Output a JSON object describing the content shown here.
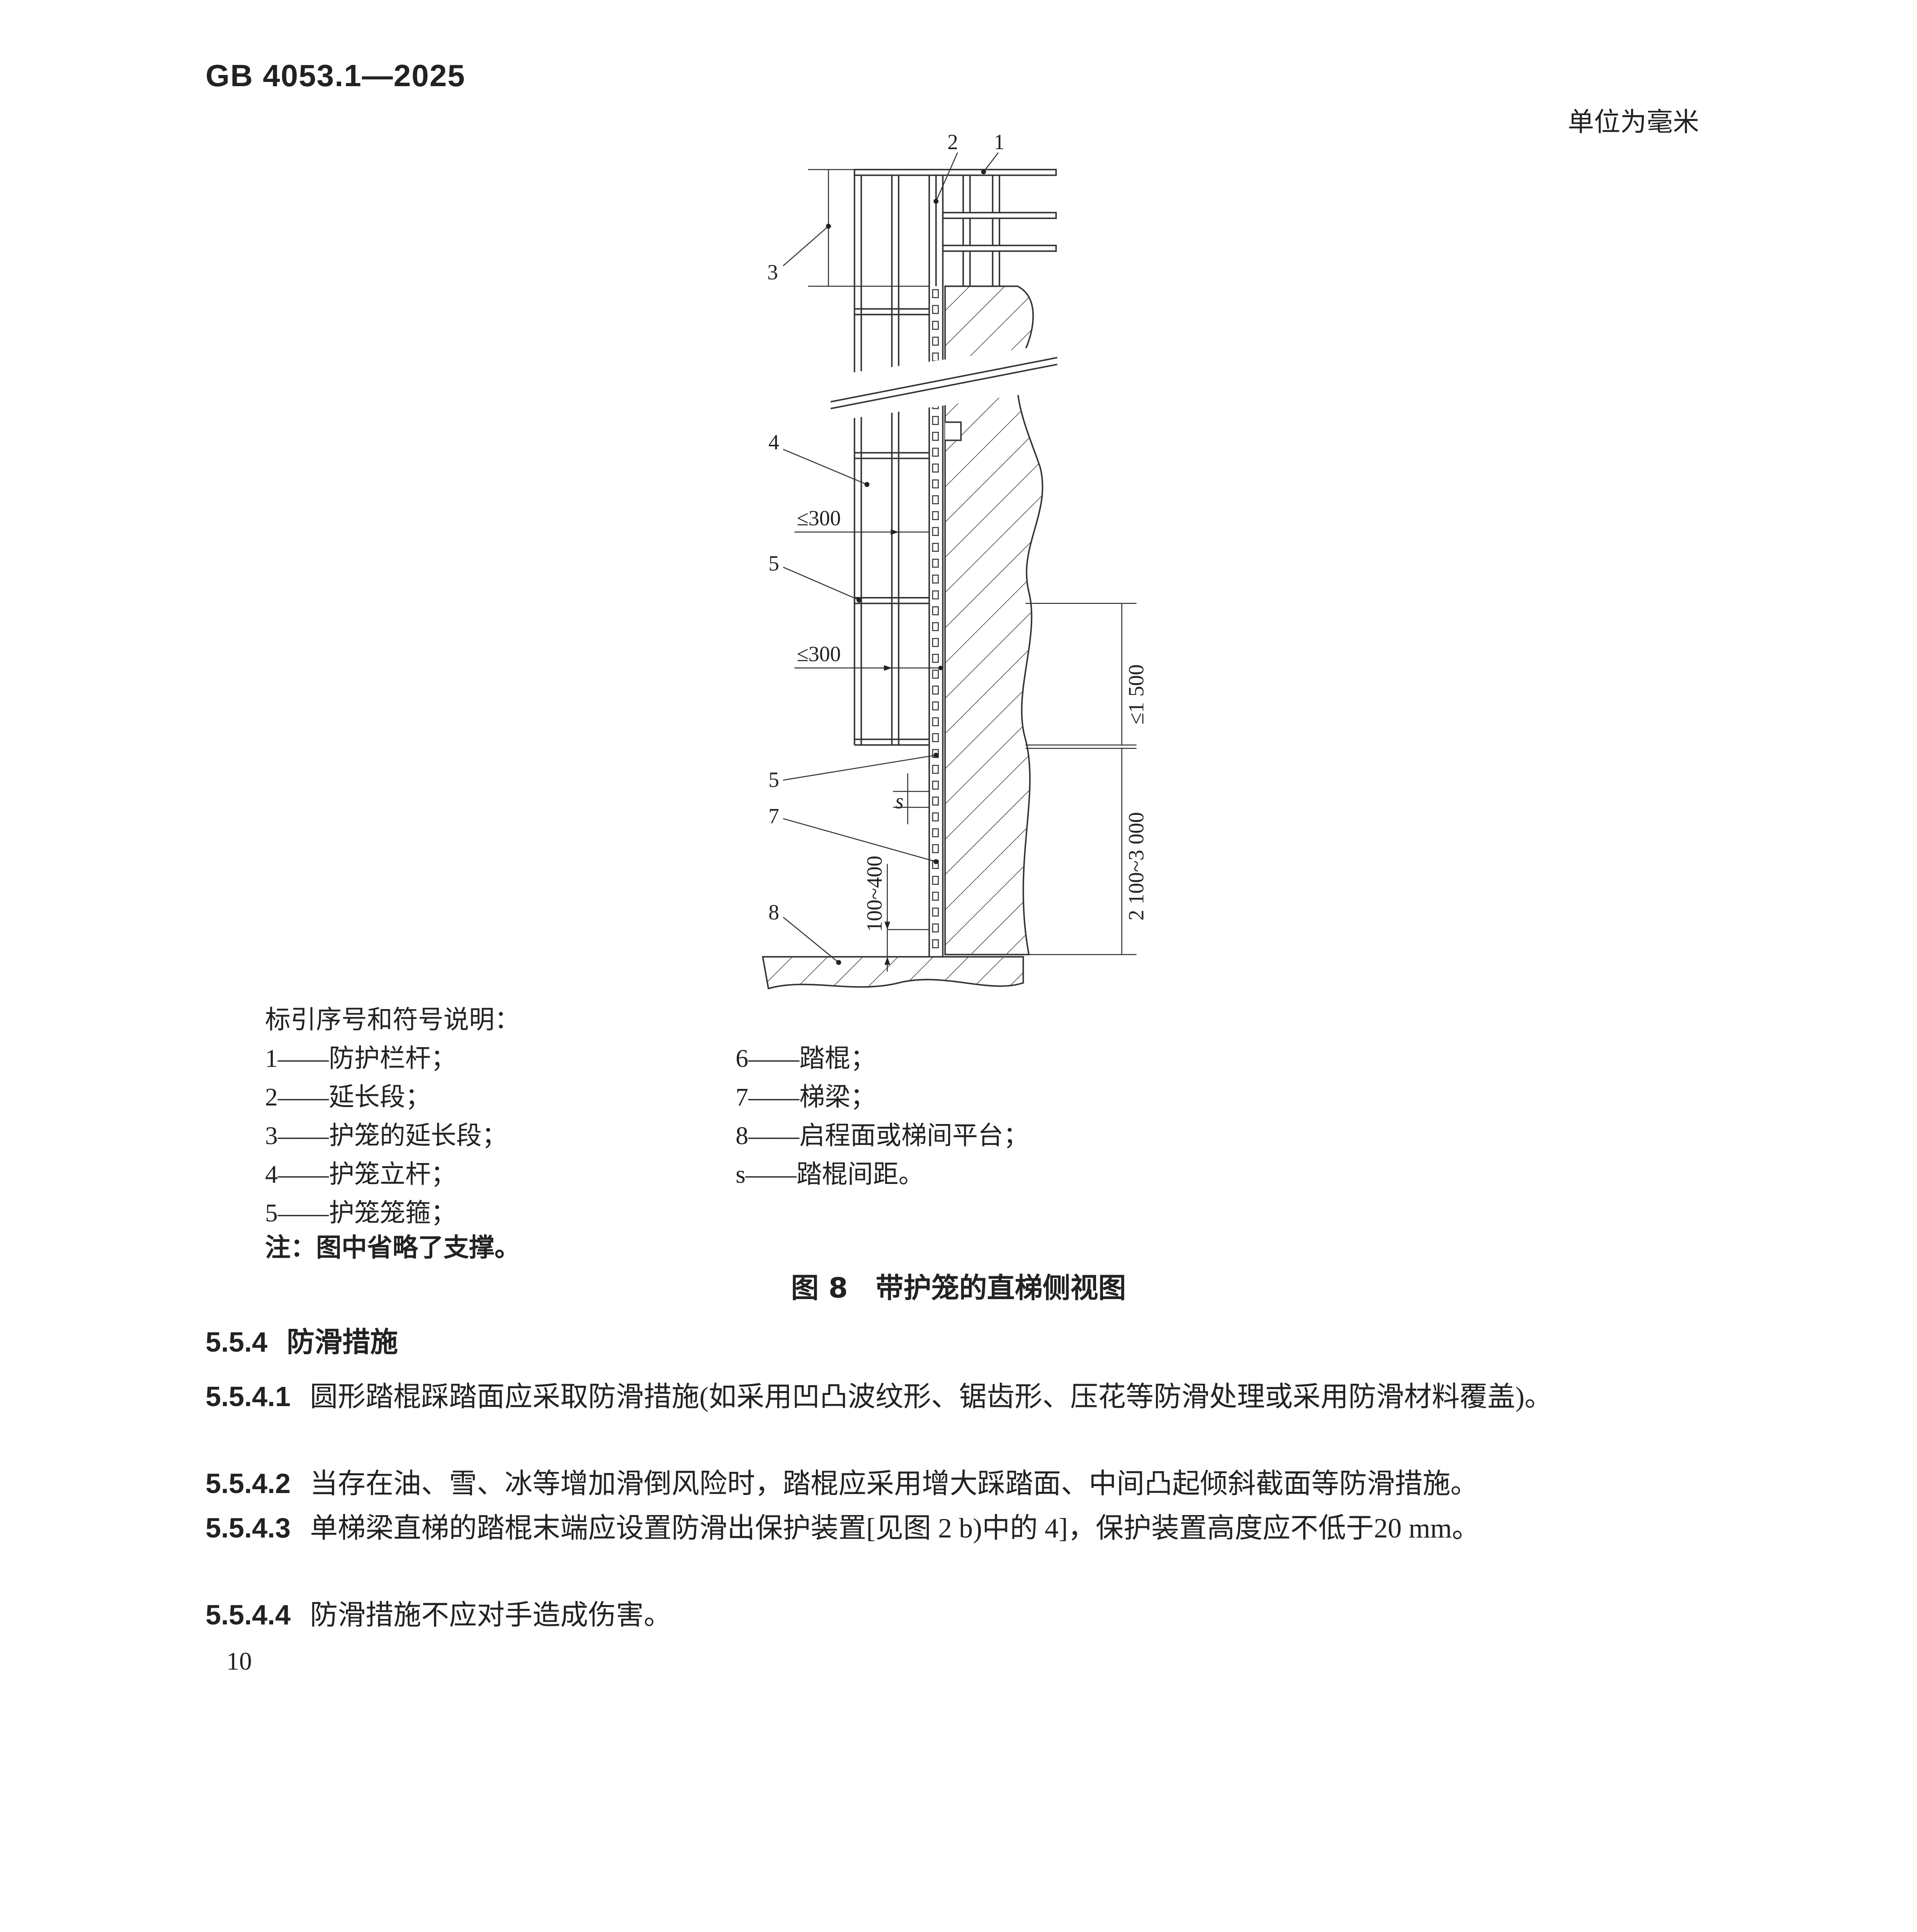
{
  "header": {
    "standard_no": "GB 4053.1—2025"
  },
  "figure": {
    "unit_note": "单位为毫米",
    "callouts": {
      "c1": "1",
      "c2": "2",
      "c3": "3",
      "c4": "4",
      "c5a": "5",
      "c5b": "5",
      "c7": "7",
      "c8": "8",
      "s": "s"
    },
    "dimensions": {
      "d300a": "≤300",
      "d300b": "≤300",
      "d1500": "≤1 500",
      "d2100": "2 100~3 000",
      "d100": "100~400"
    },
    "legend_title": "标引序号和符号说明：",
    "legend_left": [
      "1——防护栏杆；",
      "2——延长段；",
      "3——护笼的延长段；",
      "4——护笼立杆；",
      "5——护笼笼箍；"
    ],
    "legend_right": [
      "6——踏棍；",
      "7——梯梁；",
      "8——启程面或梯间平台；",
      "s——踏棍间距。"
    ],
    "note": "注：图中省略了支撑。",
    "caption": "图 8　带护笼的直梯侧视图"
  },
  "section": {
    "number": "5.5.4",
    "title": "防滑措施"
  },
  "clauses": [
    {
      "number": "5.5.4.1",
      "text": "圆形踏棍踩踏面应采取防滑措施(如采用凹凸波纹形、锯齿形、压花等防滑处理或采用防滑材料覆盖)。"
    },
    {
      "number": "5.5.4.2",
      "text": "当存在油、雪、冰等增加滑倒风险时，踏棍应采用增大踩踏面、中间凸起倾斜截面等防滑措施。"
    },
    {
      "number": "5.5.4.3",
      "text": "单梯梁直梯的踏棍末端应设置防滑出保护装置[见图 2 b)中的 4]，保护装置高度应不低于20 mm。"
    },
    {
      "number": "5.5.4.4",
      "text": "防滑措施不应对手造成伤害。"
    }
  ],
  "page_number": "10"
}
